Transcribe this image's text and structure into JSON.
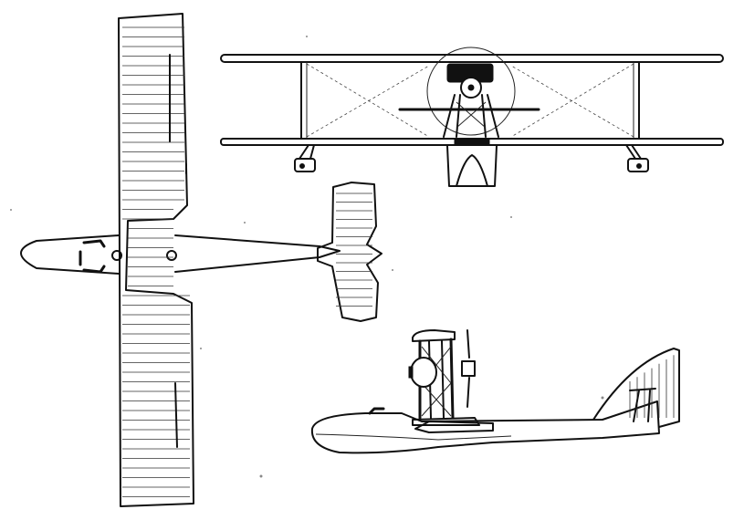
{
  "drawing": {
    "views": [
      "plan-view",
      "front-view",
      "side-view"
    ]
  }
}
